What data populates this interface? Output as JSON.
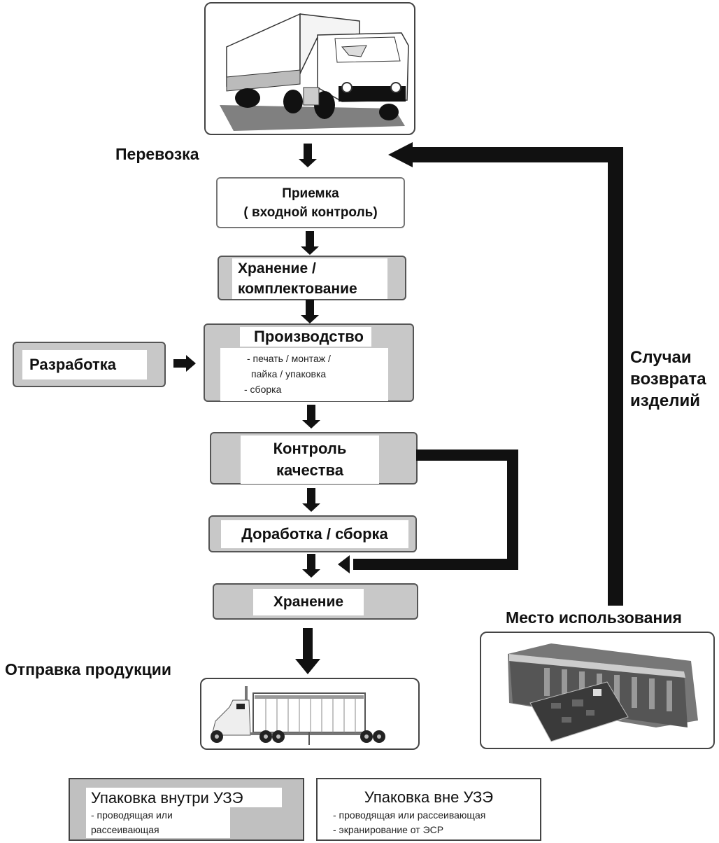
{
  "diagram": {
    "labels": {
      "transport": "Перевозка",
      "shipping": "Отправка продукции",
      "place_of_use": "Место использования",
      "returns": [
        "Случаи",
        "возврата",
        "изделий"
      ]
    },
    "steps": {
      "receiving": [
        "Приемка",
        "( входной контроль)"
      ],
      "storage_picking": [
        "Хранение /",
        "комплектование"
      ],
      "production": {
        "title": "Производство",
        "items": [
          "- печать / монтаж /",
          "пайка / упаковка",
          "- сборка"
        ]
      },
      "development": "Разработка",
      "quality_control": [
        "Контроль",
        "качества"
      ],
      "rework": "Доработка / сборка",
      "storage": "Хранение"
    },
    "images": {
      "truck_top": "truck-illustration",
      "truck_bottom": "semi-truck-illustration",
      "equipment": "card-rack-photo"
    },
    "legend": [
      {
        "title": "Упаковка внутри УЗЭ",
        "items": [
          "- проводящая или",
          "рассеивающая"
        ],
        "fill": "#c0c0c0"
      },
      {
        "title": "Упаковка вне УЗЭ",
        "items": [
          "- проводящая или рассеивающая",
          "- экранирование от ЭСР"
        ],
        "fill": "#ffffff"
      }
    ],
    "colors": {
      "box_gray": "#c8c8c8",
      "arrow": "#000000",
      "border": "#555555"
    }
  }
}
